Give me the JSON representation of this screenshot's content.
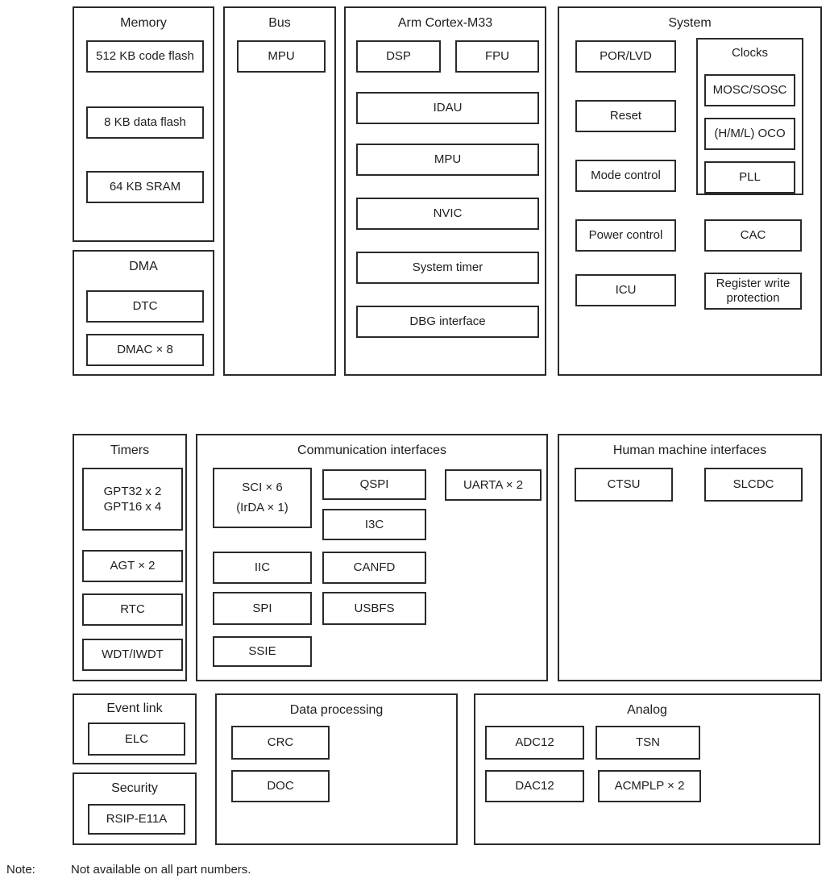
{
  "diagram": {
    "memory": {
      "title": "Memory",
      "items": [
        "512 KB code flash",
        "8 KB data flash",
        "64 KB SRAM"
      ]
    },
    "dma": {
      "title": "DMA",
      "items": [
        "DTC",
        "DMAC × 8"
      ]
    },
    "bus": {
      "title": "Bus",
      "items": [
        "MPU"
      ]
    },
    "cortex": {
      "title": "Arm Cortex-M33",
      "items": [
        "DSP",
        "FPU",
        "IDAU",
        "MPU",
        "NVIC",
        "System timer",
        "DBG interface"
      ]
    },
    "system": {
      "title": "System",
      "left_items": [
        "POR/LVD",
        "Reset",
        "Mode control",
        "Power control",
        "ICU"
      ],
      "clocks": {
        "title": "Clocks",
        "items": [
          "MOSC/SOSC",
          "(H/M/L) OCO",
          "PLL"
        ]
      },
      "right_items": [
        "CAC",
        "Register write\nprotection"
      ]
    },
    "timers": {
      "title": "Timers",
      "items": [
        "GPT32 x 2\nGPT16 x 4",
        "AGT × 2",
        "RTC",
        "WDT/IWDT"
      ]
    },
    "comm": {
      "title": "Communication interfaces",
      "items": [
        "SCI × 6\n(IrDA × 1)",
        "QSPI",
        "I3C",
        "UARTA × 2",
        "IIC",
        "CANFD",
        "SPI",
        "USBFS",
        "SSIE"
      ]
    },
    "hmi": {
      "title": "Human machine interfaces",
      "items": [
        "CTSU",
        "SLCDC"
      ]
    },
    "event_link": {
      "title": "Event link",
      "items": [
        "ELC"
      ]
    },
    "security": {
      "title": "Security",
      "items": [
        "RSIP-E11A"
      ]
    },
    "data_processing": {
      "title": "Data processing",
      "items": [
        "CRC",
        "DOC"
      ]
    },
    "analog": {
      "title": "Analog",
      "items": [
        "ADC12",
        "TSN",
        "DAC12",
        "ACMPLP × 2"
      ]
    },
    "note": {
      "label": "Note:",
      "text": "Not available on all part numbers."
    }
  }
}
